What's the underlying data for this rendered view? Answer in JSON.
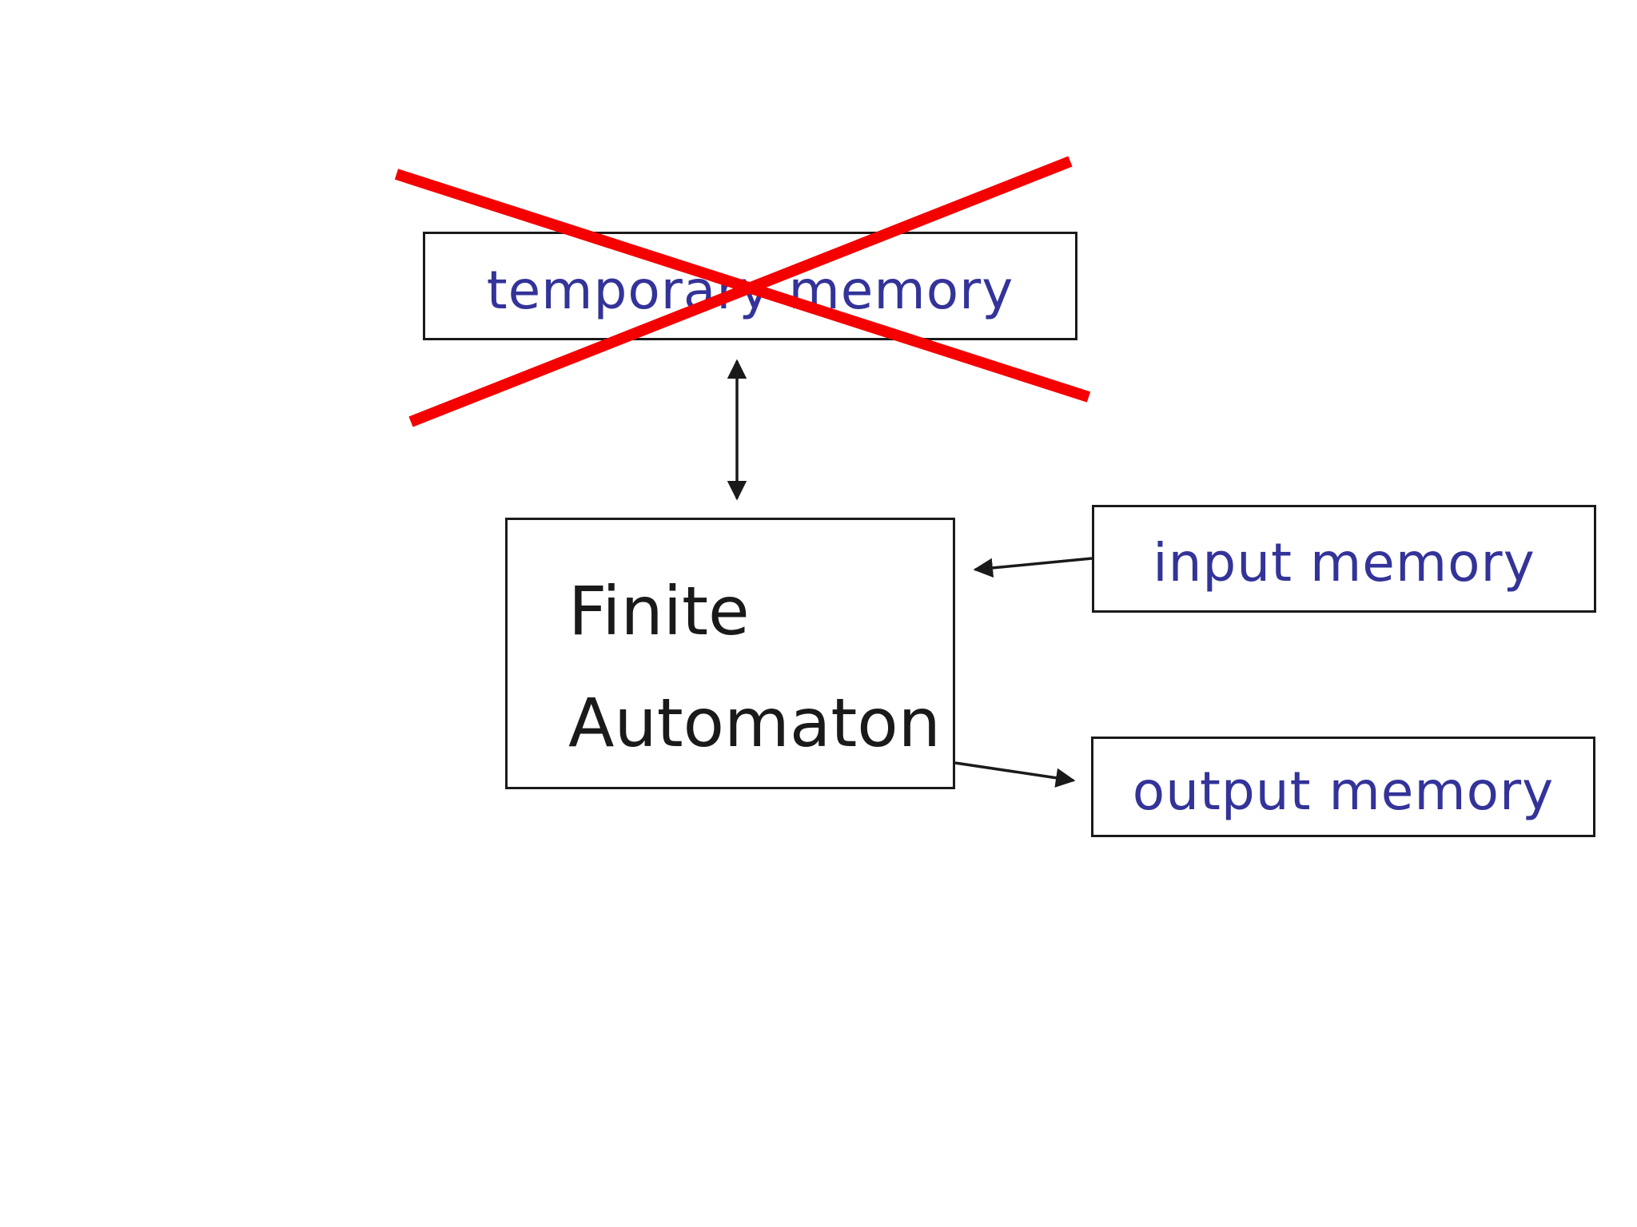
{
  "slide": {
    "boxes": {
      "temporary": {
        "label": "temporary memory"
      },
      "automaton": {
        "line1": "Finite",
        "line2": "Automaton"
      },
      "input": {
        "label": "input memory"
      },
      "output": {
        "label": "output memory"
      }
    },
    "annotations": {
      "crossout": "red X over temporary memory box"
    }
  },
  "colors": {
    "accent_red": "#f40000",
    "label_blue": "#333399",
    "line_black": "#1a1a1a",
    "background": "#ffffff"
  }
}
